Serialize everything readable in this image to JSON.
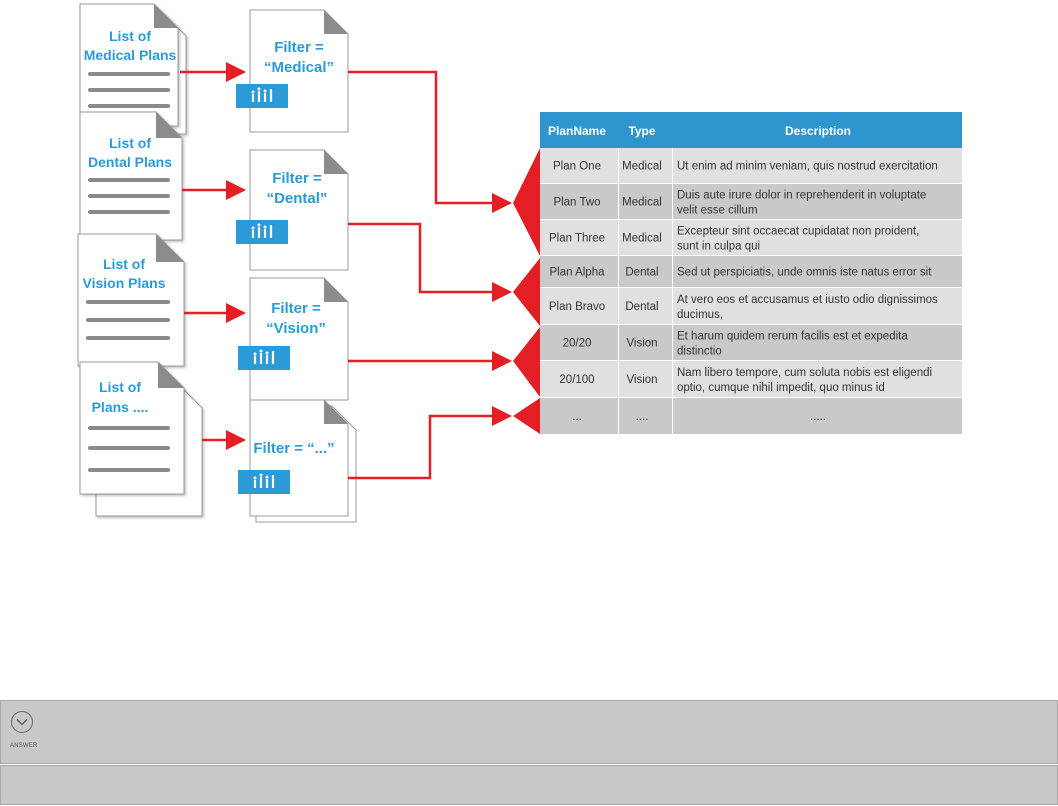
{
  "documents": [
    {
      "line1": "List of",
      "line2": "Medical Plans"
    },
    {
      "line1": "List of",
      "line2": "Dental Plans"
    },
    {
      "line1": "List of",
      "line2": "Vision Plans"
    },
    {
      "line1": "List of",
      "line2": "Plans ...."
    }
  ],
  "filters": [
    {
      "line1": "Filter =",
      "line2": "“Medical”"
    },
    {
      "line1": "Filter =",
      "line2": "“Dental”"
    },
    {
      "line1": "Filter =",
      "line2": "“Vision”"
    },
    {
      "line1": "Filter = “...”",
      "line2": ""
    }
  ],
  "table": {
    "headers": [
      "PlanName",
      "Type",
      "Description"
    ],
    "rows": [
      {
        "name": "Plan One",
        "type": "Medical",
        "desc1": "Ut enim ad minim veniam, quis nostrud exercitation",
        "desc2": ""
      },
      {
        "name": "Plan Two",
        "type": "Medical",
        "desc1": "Duis aute irure dolor in reprehenderit in voluptate",
        "desc2": "velit esse cillum"
      },
      {
        "name": "Plan Three",
        "type": "Medical",
        "desc1": "Excepteur sint occaecat cupidatat non proident,",
        "desc2": "sunt in culpa qui"
      },
      {
        "name": "Plan Alpha",
        "type": "Dental",
        "desc1": "Sed ut perspiciatis, unde omnis iste natus error sit",
        "desc2": ""
      },
      {
        "name": "Plan Bravo",
        "type": "Dental",
        "desc1": "At vero eos et accusamus et iusto odio dignissimos",
        "desc2": "ducimus,"
      },
      {
        "name": "20/20",
        "type": "Vision",
        "desc1": "Et harum quidem rerum facilis est et expedita",
        "desc2": "distinctio"
      },
      {
        "name": "20/100",
        "type": "Vision",
        "desc1": "Nam libero tempore, cum soluta nobis est eligendi",
        "desc2": "optio, cumque nihil impedit, quo minus id"
      },
      {
        "name": "...",
        "type": "....",
        "desc1": ".....",
        "desc2": ""
      }
    ]
  },
  "answer": {
    "label": "ANSWER",
    "icon": "chevron-down-icon"
  },
  "colors": {
    "accent": "#2a9bd6",
    "header": "#2f95cf",
    "arrow": "#e31e24",
    "row_light": "#e0e0e0",
    "row_dark": "#c9c9c9"
  }
}
